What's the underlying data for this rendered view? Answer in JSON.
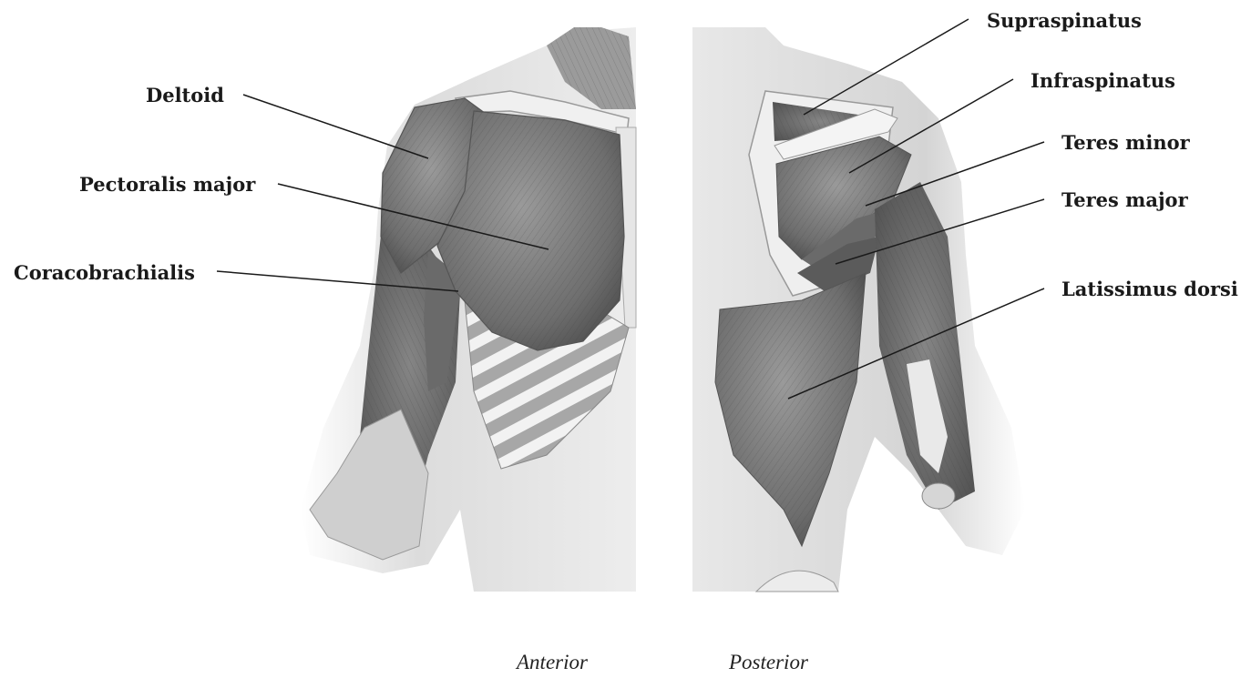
{
  "labels": {
    "deltoid": "Deltoid",
    "pectoralis_major": "Pectoralis major",
    "coracobrachialis": "Coracobrachialis",
    "supraspinatus": "Supraspinatus",
    "infraspinatus": "Infraspinatus",
    "teres_minor": "Teres minor",
    "teres_major": "Teres major",
    "latissimus_dorsi": "Latissimus dorsi"
  },
  "views": {
    "anterior": "Anterior",
    "posterior": "Posterior"
  },
  "colors": {
    "muscle_dark": "#5a5a5a",
    "muscle_mid": "#8a8a8a",
    "skin": "#d9d9d9",
    "bone": "#eeeeee",
    "leader_line": "#1a1a1a"
  }
}
